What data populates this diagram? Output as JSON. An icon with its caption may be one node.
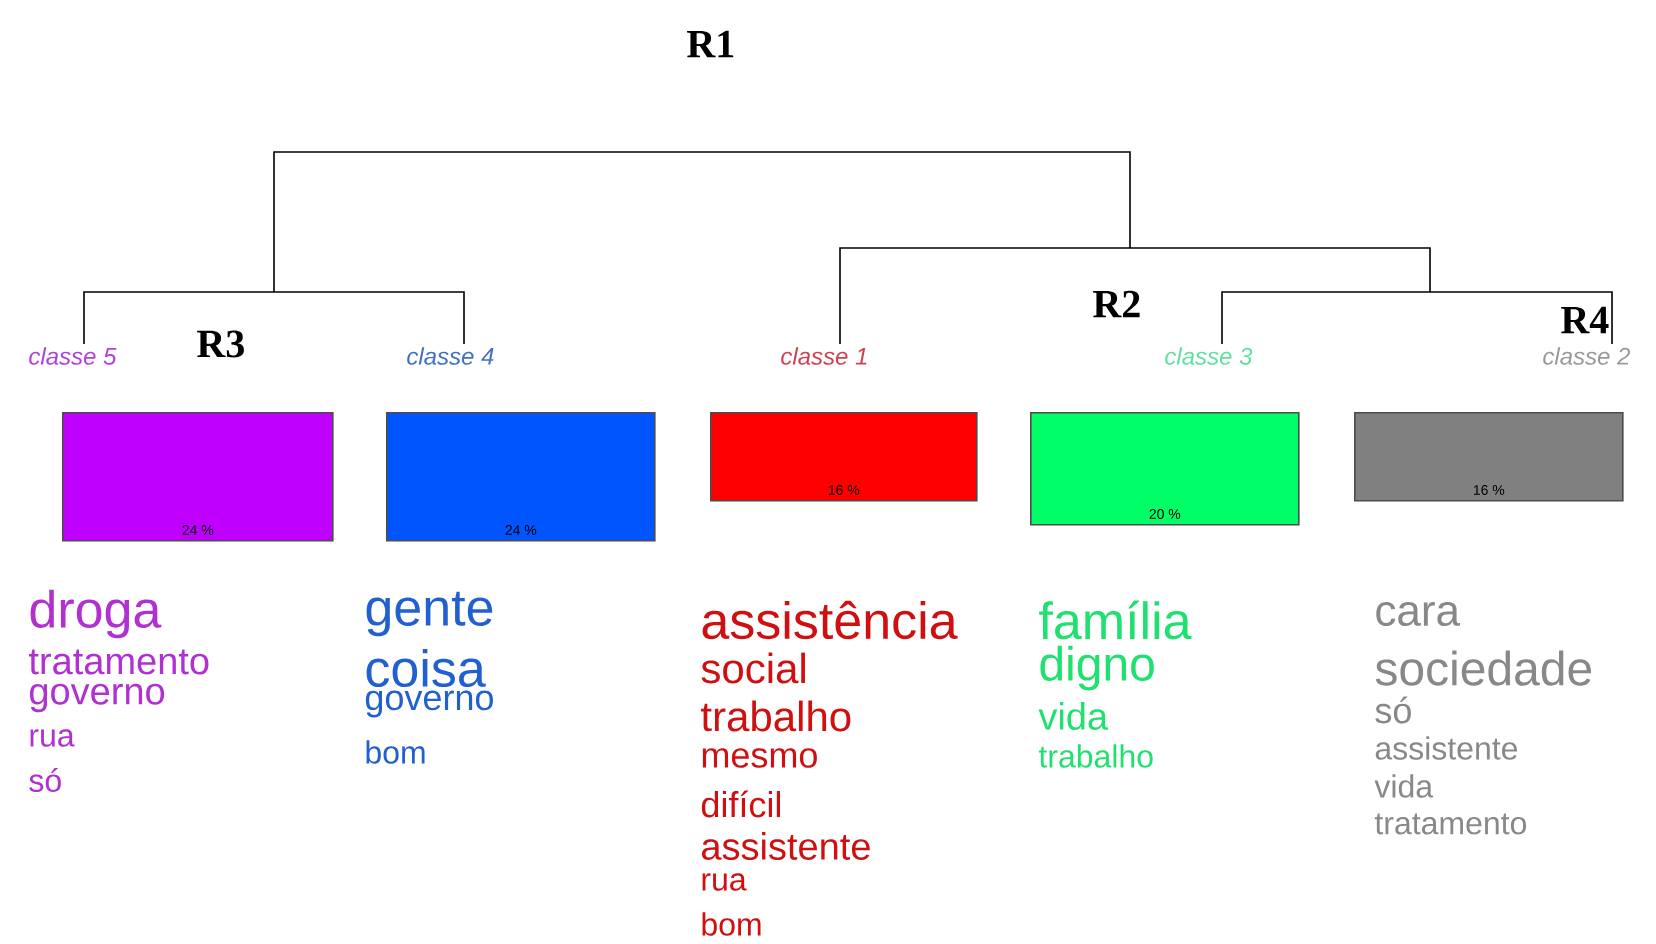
{
  "diagram": {
    "nodes": [
      {
        "text": [
          "24 %"
        ],
        "beside": [
          "classe 5",
          "droga",
          "tratamento",
          "governo",
          "rua",
          "só"
        ]
      },
      {
        "text": [
          "24 %"
        ],
        "beside": [
          "classe 4",
          "gente",
          "coisa",
          "governo",
          "bom"
        ]
      },
      {
        "text": [
          "16 %"
        ],
        "beside": [
          "classe 1",
          "assistência",
          "social",
          "trabalho",
          "mesmo",
          "difícil",
          "assistente",
          "rua",
          "bom"
        ]
      },
      {
        "text": [
          "20 %"
        ],
        "beside": [
          "classe 3",
          "família",
          "digno",
          "vida",
          "trabalho"
        ]
      },
      {
        "text": [
          "16 %"
        ],
        "beside": [
          "classe 2",
          "cara",
          "sociedade",
          "só",
          "assistente",
          "vida",
          "tratamento"
        ]
      }
    ],
    "labels": [
      "R1",
      "R2",
      "R3",
      "R4"
    ]
  }
}
